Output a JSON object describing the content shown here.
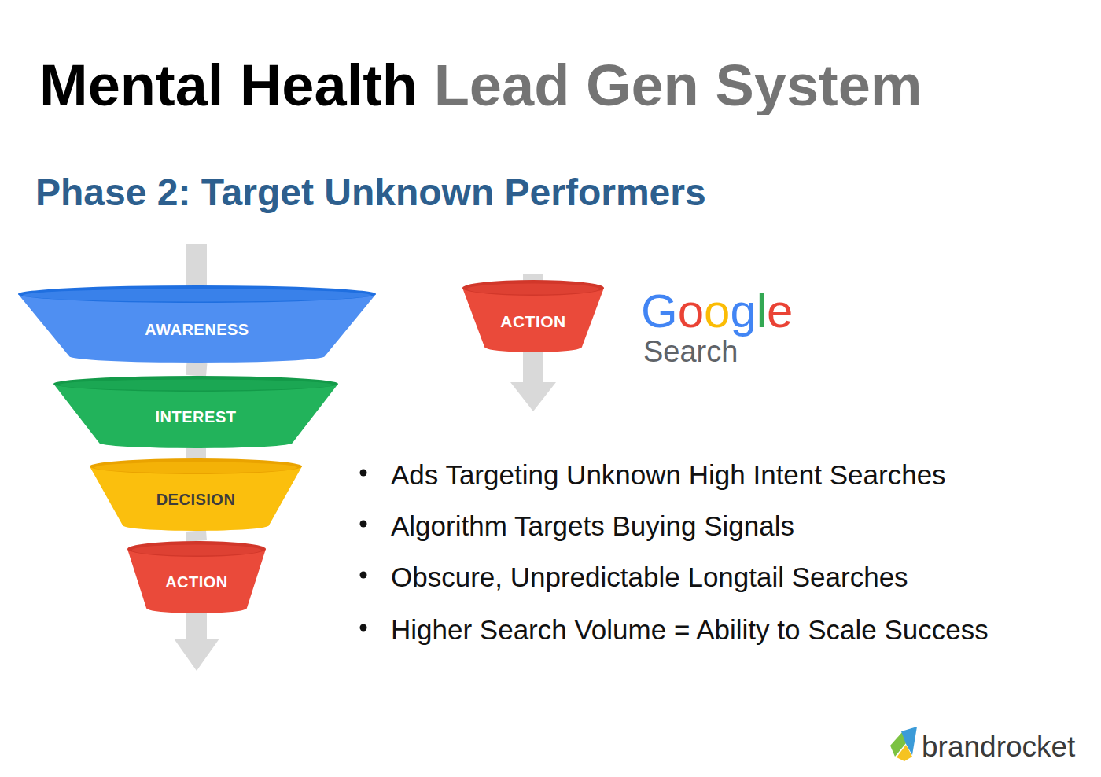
{
  "diagram": {
    "title": "Mental Health Lead Gen System",
    "nodes": [
      {
        "text": [
          "AWARENESS"
        ]
      },
      {
        "text": [
          "INTEREST"
        ]
      },
      {
        "text": [
          "DECISION"
        ]
      },
      {
        "text": [
          "ACTION"
        ]
      },
      {
        "text": [
          "ACTION"
        ]
      }
    ],
    "edges": [
      {
        "from": 0,
        "to": 1,
        "arrow": "none"
      },
      {
        "from": 1,
        "to": 2,
        "arrow": "none"
      },
      {
        "from": 2,
        "to": 3,
        "arrow": "none"
      }
    ],
    "labels": [
      "Phase 2: Target Unknown Performers",
      "Google",
      "Search",
      "Ads Targeting Unknown High Intent Searches",
      "Algorithm Targets Buying Signals",
      "Obscure, Unpredictable Longtail Searches",
      "Higher Search Volume = Ability to Scale Success",
      "brandrocket"
    ]
  }
}
